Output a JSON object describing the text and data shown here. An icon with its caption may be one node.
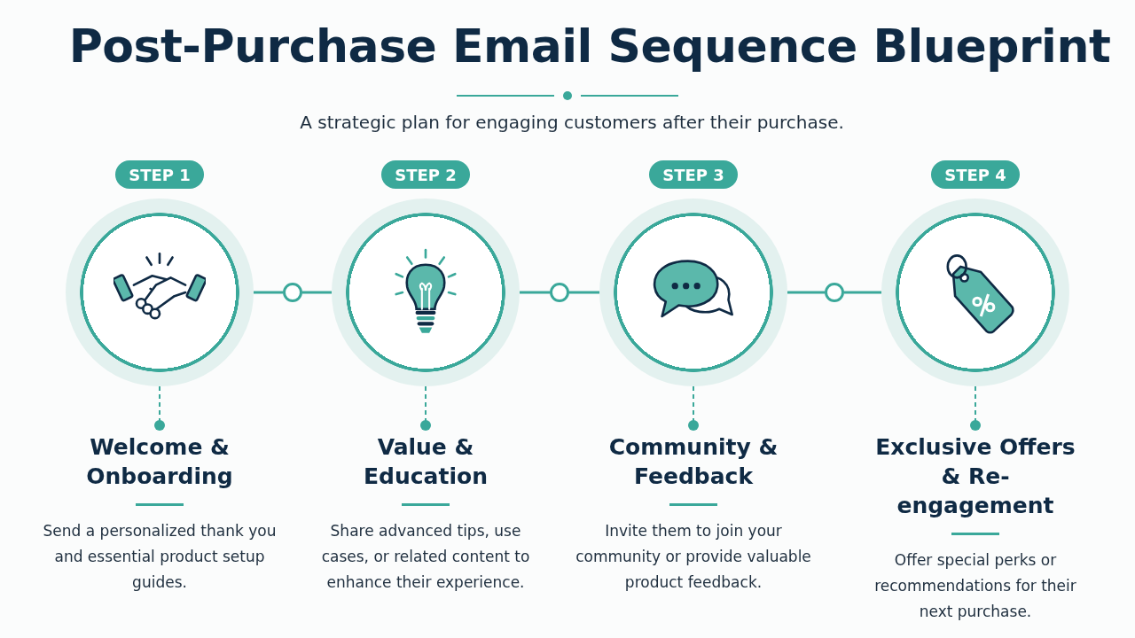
{
  "diagram": {
    "title": "Post-Purchase Email Sequence Blueprint",
    "nodes": [
      {
        "text": [
          "STEP 1"
        ]
      },
      {
        "text": [
          "STEP 2"
        ]
      },
      {
        "text": [
          "STEP 3"
        ]
      },
      {
        "text": [
          "STEP 4"
        ]
      },
      {
        "text": [],
        "shape": "circle"
      },
      {
        "text": [],
        "shape": "circle"
      },
      {
        "text": [],
        "shape": "circle"
      },
      {
        "text": [],
        "shape": "circle"
      },
      {
        "text": [],
        "shape": "circle"
      },
      {
        "text": [],
        "shape": "circle"
      },
      {
        "text": [],
        "shape": "circle"
      },
      {
        "text": [
          "Welcome & Onboarding",
          "Send a personalized thank you and essential product setup guides."
        ]
      },
      {
        "text": [
          "Value & Education",
          "Share advanced tips, use cases, or related content to enhance their experience."
        ]
      },
      {
        "text": [
          "Community & Feedback",
          "Invite them to join your community or provide valuable product feedback."
        ]
      },
      {
        "text": [
          "Exclusive Offers & Re-engagement",
          "Offer special perks or recommendations for their next purchase."
        ]
      }
    ],
    "edges": [
      {
        "from": 4,
        "to": 5,
        "arrow": "none"
      },
      {
        "from": 5,
        "to": 6,
        "arrow": "none"
      },
      {
        "from": 6,
        "to": 7,
        "arrow": "none"
      },
      {
        "from": 7,
        "to": 8,
        "arrow": "none"
      },
      {
        "from": 8,
        "to": 9,
        "arrow": "none"
      },
      {
        "from": 9,
        "to": 10,
        "arrow": "none"
      },
      {
        "from": 4,
        "to": 11,
        "arrow": "other",
        "style": "dashed"
      },
      {
        "from": 6,
        "to": 12,
        "arrow": "other",
        "style": "dashed"
      },
      {
        "from": 8,
        "to": 13,
        "arrow": "other",
        "style": "dashed"
      },
      {
        "from": 10,
        "to": 14,
        "arrow": "other",
        "style": "dashed"
      }
    ],
    "labels": [
      "A strategic plan for engaging customers after their purchase."
    ]
  }
}
